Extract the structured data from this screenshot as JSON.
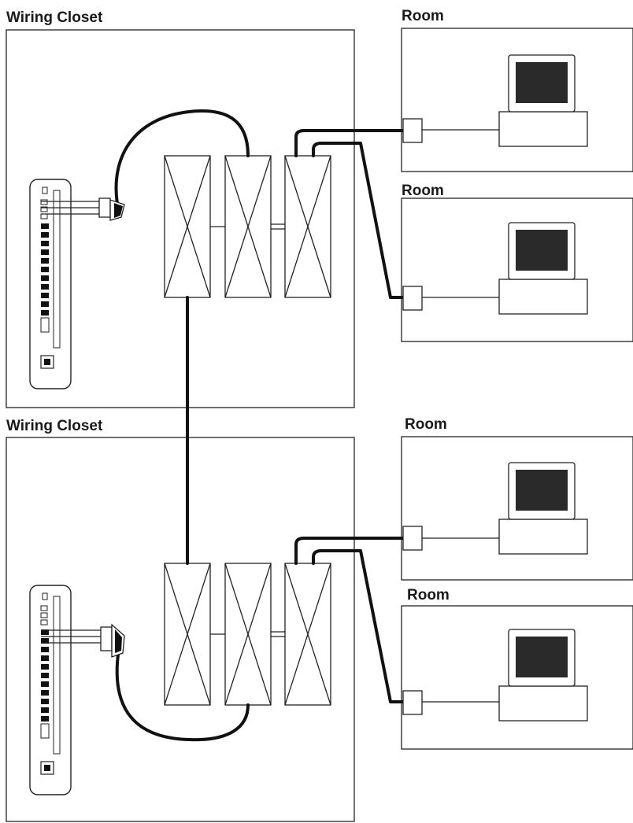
{
  "closets": [
    {
      "label": "Wiring Closet"
    },
    {
      "label": "Wiring Closet"
    }
  ],
  "rooms": [
    {
      "label": "Room"
    },
    {
      "label": "Room"
    },
    {
      "label": "Room"
    },
    {
      "label": "Room"
    }
  ],
  "colors": {
    "line": "#222222",
    "cable": "#111111",
    "screen": "#2a2a2a",
    "background": "#ffffff"
  }
}
